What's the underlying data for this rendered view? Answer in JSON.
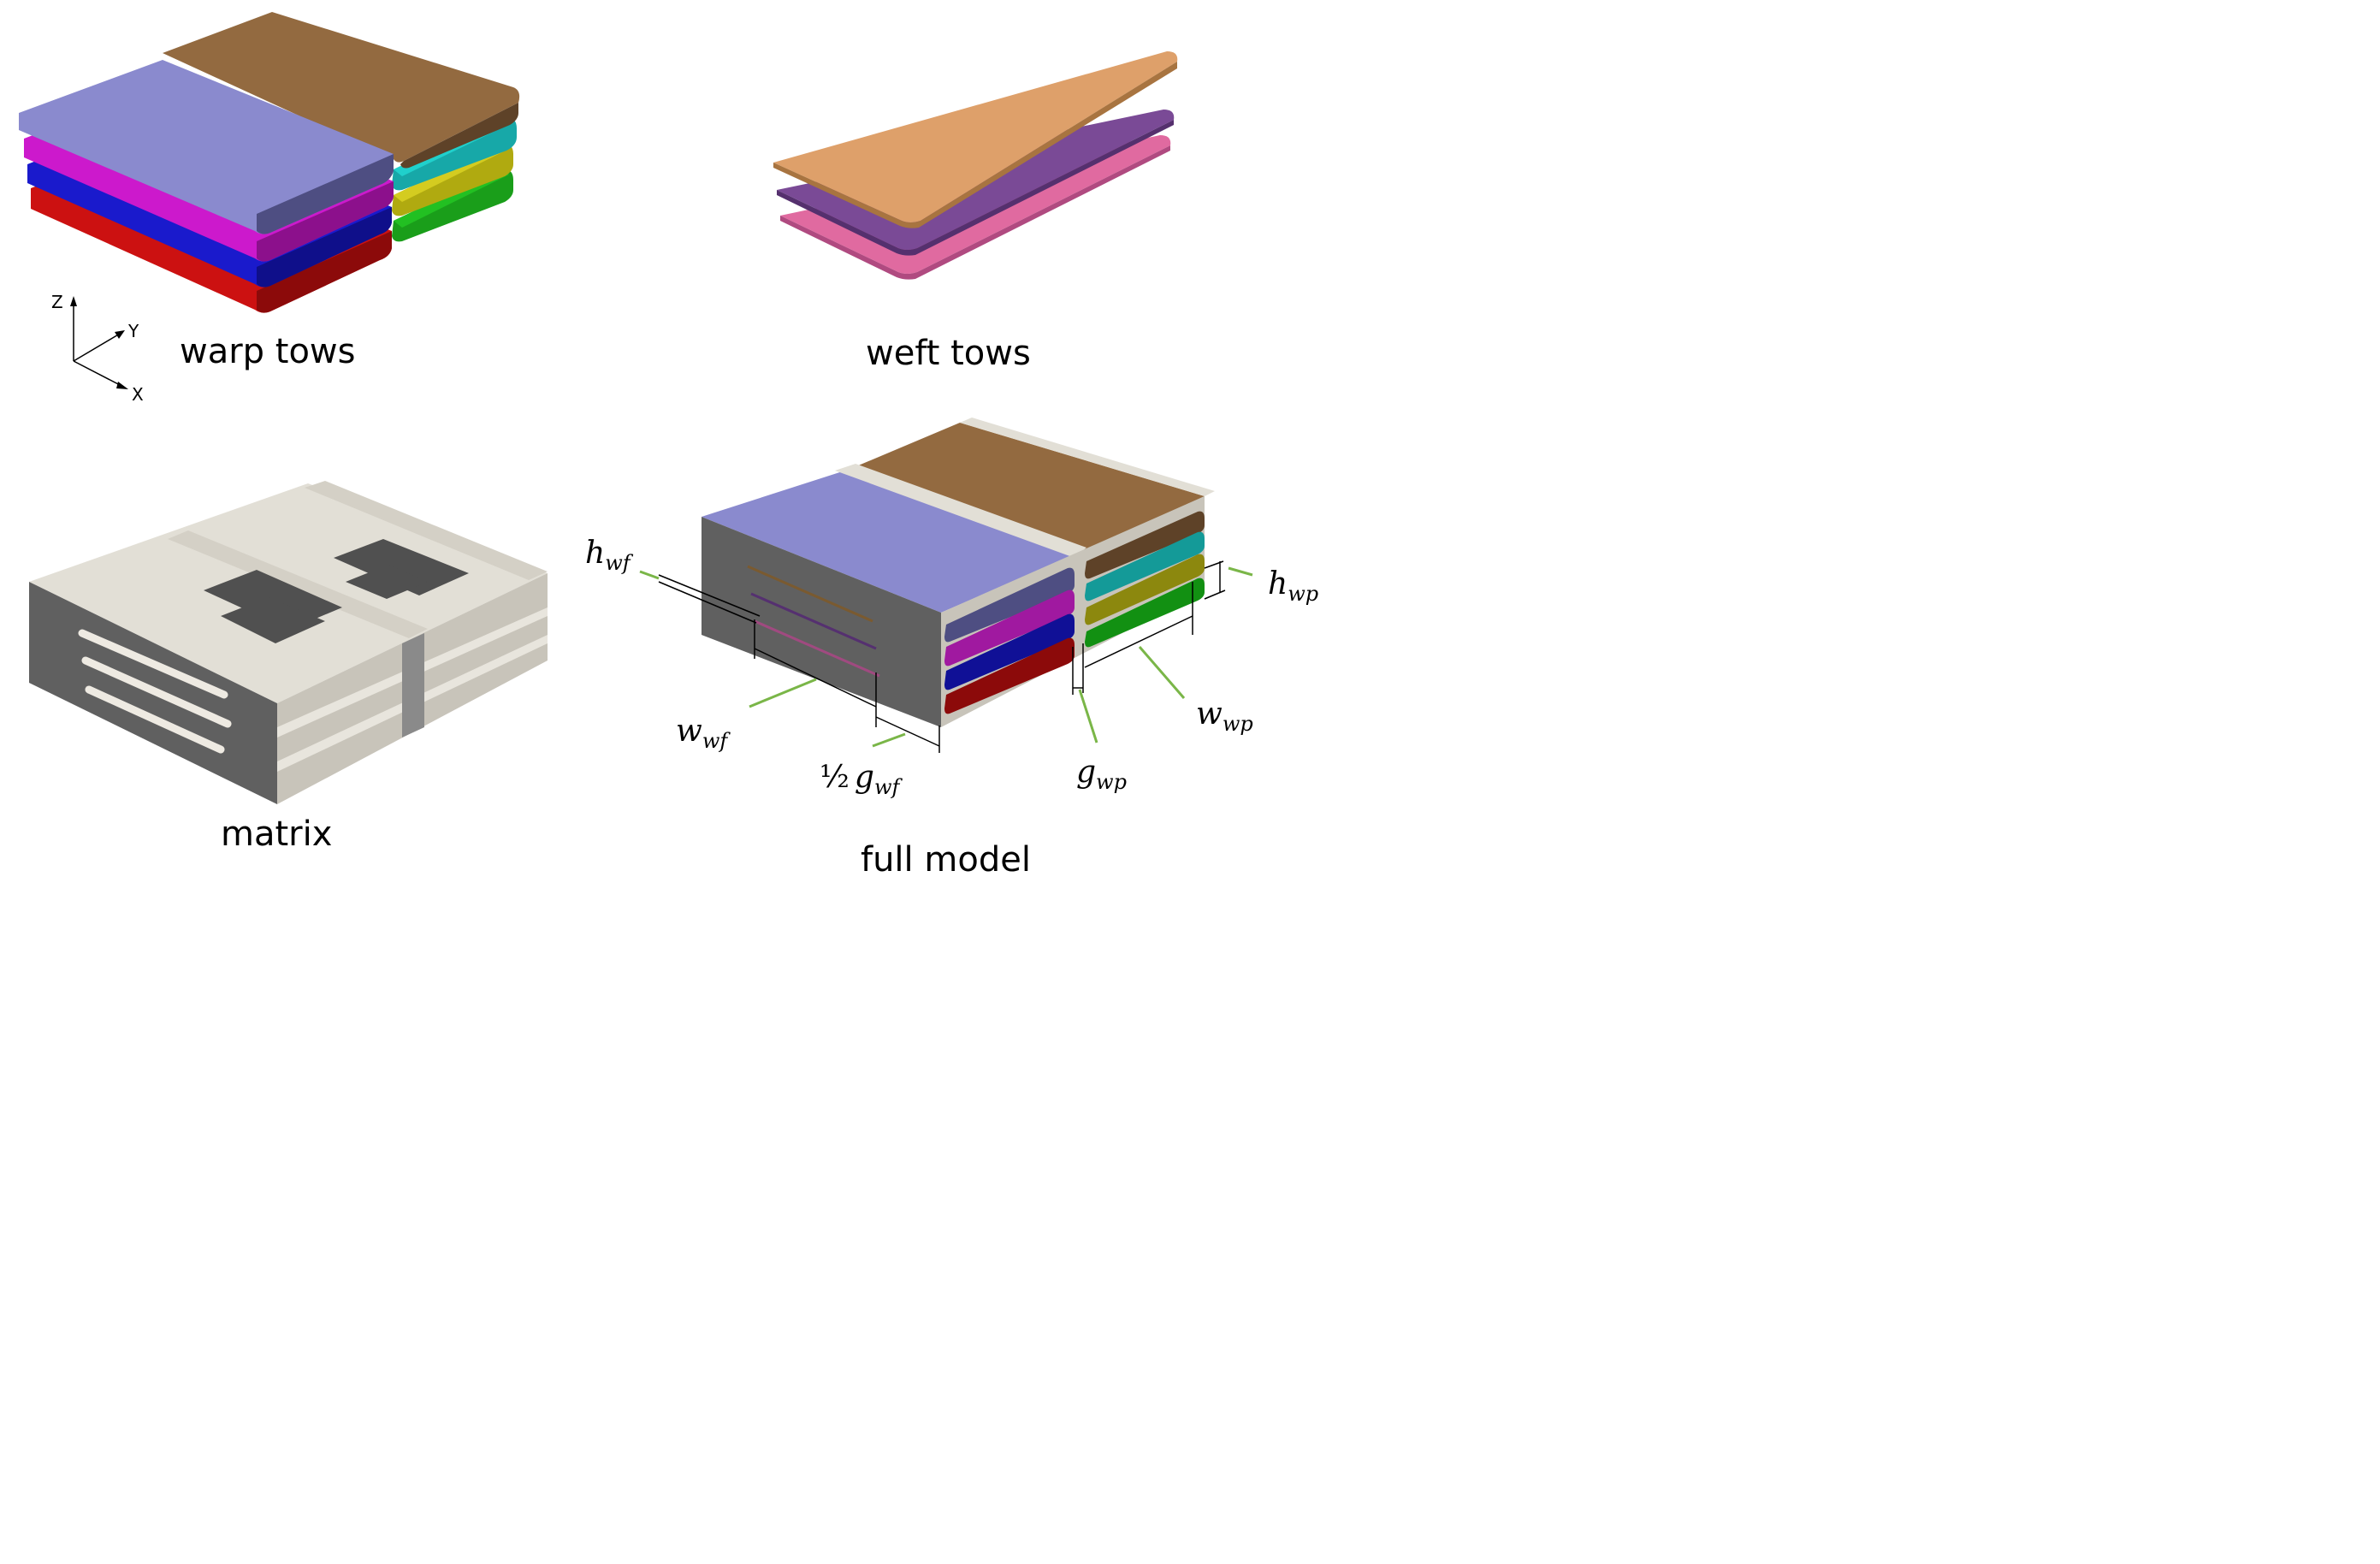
{
  "panels": {
    "warp": "warp tows",
    "weft": "weft tows",
    "matrix": "matrix",
    "full": "full model"
  },
  "axes": {
    "z": "Z",
    "y": "Y",
    "x": "X"
  },
  "dimensions": {
    "h_wf": {
      "sym": "h",
      "sub": "wf"
    },
    "w_wf": {
      "sym": "w",
      "sub": "wf"
    },
    "g_wf": {
      "prefix": "½",
      "sym": "g",
      "sub": "wf"
    },
    "g_wp": {
      "sym": "g",
      "sub": "wp"
    },
    "w_wp": {
      "sym": "w",
      "sub": "wp"
    },
    "h_wp": {
      "sym": "h",
      "sub": "wp"
    }
  },
  "colors": {
    "warp_top_lavender": "#8a8ace",
    "warp_top_brown": "#936a40",
    "warp_magenta": "#cc19cc",
    "warp_blue": "#1a1acc",
    "warp_red": "#cc1111",
    "warp_cyan": "#1accc8",
    "warp_yellow": "#c8c21a",
    "warp_green": "#1ab81a",
    "weft_orange": "#dea06a",
    "weft_purple": "#7a4a96",
    "weft_pink": "#e06aa0",
    "matrix_face": "#e2dfd6",
    "matrix_side": "#606060",
    "leader_green": "#7ab648"
  }
}
